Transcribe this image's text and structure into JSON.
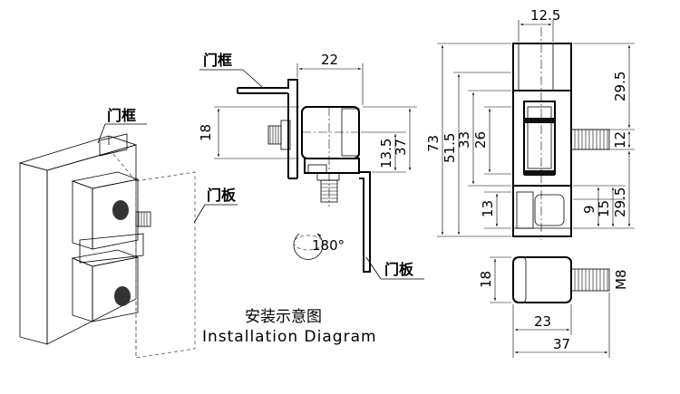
{
  "labels": {
    "door_frame": "门框",
    "door_panel": "门板",
    "rotation": "180°",
    "caption_cn": "安装示意图",
    "caption_en": "Installation Diagram"
  },
  "dimensions": {
    "width_22": "22",
    "height_18_mid": "18",
    "d_13_5": "13.5",
    "d_37_mid": "37",
    "top_12_5": "12.5",
    "total_73": "73",
    "d_51_5": "51.5",
    "d_33": "33",
    "d_26": "26",
    "d_13": "13",
    "d_29_5_top": "29.5",
    "d_12": "12",
    "d_9": "9",
    "d_15": "15",
    "d_29_5_bot": "29.5",
    "pin_18": "18",
    "pin_23": "23",
    "pin_37": "37",
    "thread": "M8"
  },
  "colors": {
    "line": "#000000",
    "hatch": "#000000",
    "shade": "#d9d9d9",
    "light": "#f2f2f2"
  }
}
